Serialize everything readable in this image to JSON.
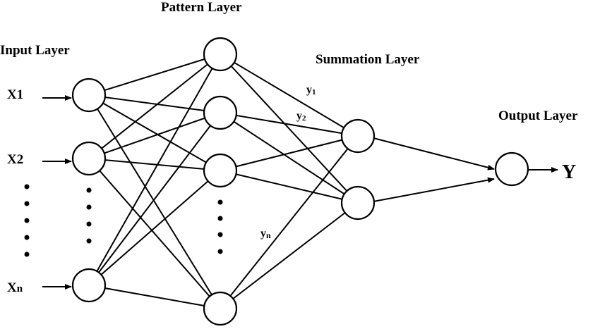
{
  "layers": {
    "input": "Input Layer",
    "pattern": "Pattern Layer",
    "summation": "Summation Layer",
    "output": "Output Layer"
  },
  "inputs": {
    "x1": {
      "base": "X",
      "sub": "1"
    },
    "x2": {
      "base": "X",
      "sub": "2"
    },
    "xn": {
      "base": "X",
      "sub": "n"
    }
  },
  "pattern_outputs": {
    "y1": {
      "base": "y",
      "sub": "1"
    },
    "y2": {
      "base": "y",
      "sub": "2"
    },
    "yn": {
      "base": "y",
      "sub": "n"
    }
  },
  "output_symbol": "Y"
}
